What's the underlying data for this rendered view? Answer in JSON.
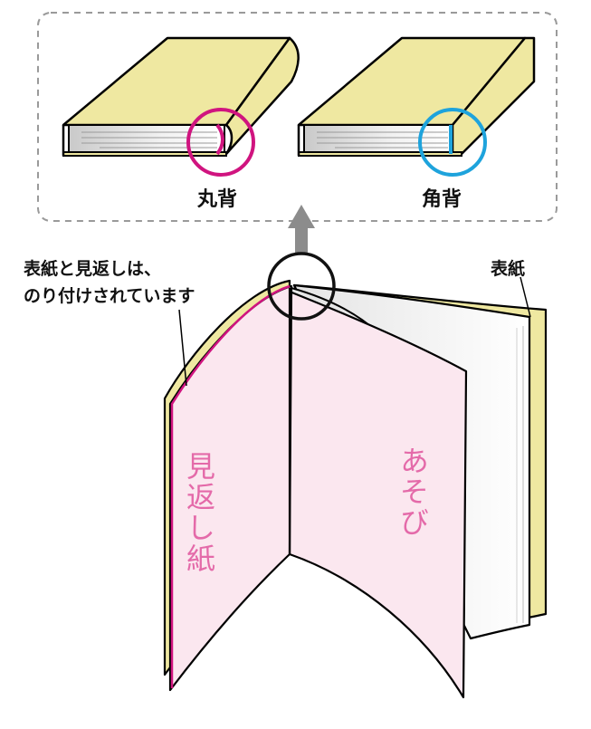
{
  "colors": {
    "cover_fill": "#efe8a1",
    "endpaper_fill": "#fbe7ef",
    "round_circle": "#d0147f",
    "square_circle": "#1ea3dc",
    "arrow": "#8c8c8c",
    "text_pink": "#e46aa9"
  },
  "top_panel": {
    "round_spine_label": "丸背",
    "square_spine_label": "角背"
  },
  "callout": {
    "line1": "表紙と見返しは、",
    "line2": "のり付けされています"
  },
  "labels": {
    "cover": "表紙",
    "endpaper": "見返し紙",
    "flyleaf": "あそび"
  }
}
